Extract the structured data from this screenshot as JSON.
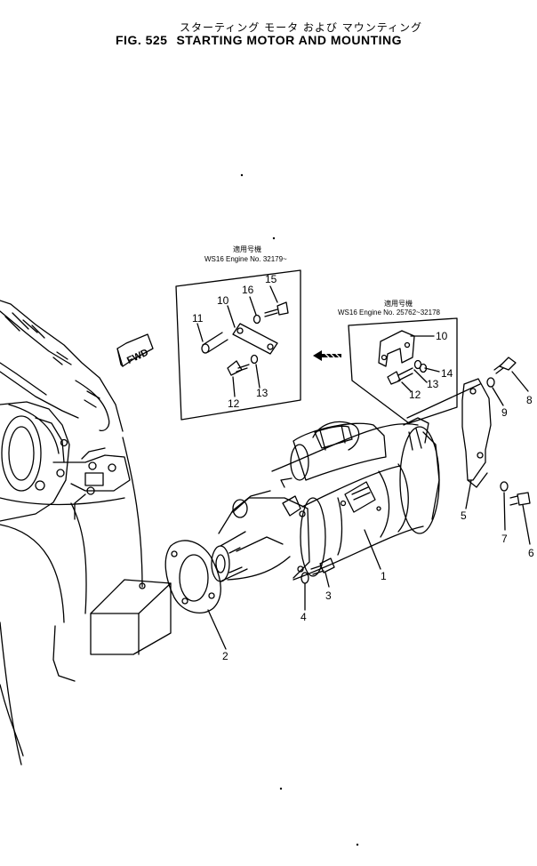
{
  "title": {
    "japanese": "スターティング モータ および マウンティング",
    "figure_no": "FIG. 525",
    "english": "STARTING MOTOR AND MOUNTING"
  },
  "inset_left": {
    "caption_line1": "適用号機",
    "caption_line2": "WS16  Engine  No. 32179~",
    "callouts": [
      "15",
      "16",
      "10",
      "11",
      "12",
      "13"
    ]
  },
  "inset_right": {
    "caption_line1": "適用号機",
    "caption_line2": "WS16  Engine  No. 25762~32178",
    "callouts": [
      "10",
      "14",
      "13",
      "12"
    ]
  },
  "fwd_label": "FWD",
  "main_callouts": [
    "1",
    "2",
    "3",
    "4",
    "5",
    "6",
    "7",
    "8",
    "9"
  ],
  "colors": {
    "ink": "#000000",
    "paper": "#ffffff"
  }
}
